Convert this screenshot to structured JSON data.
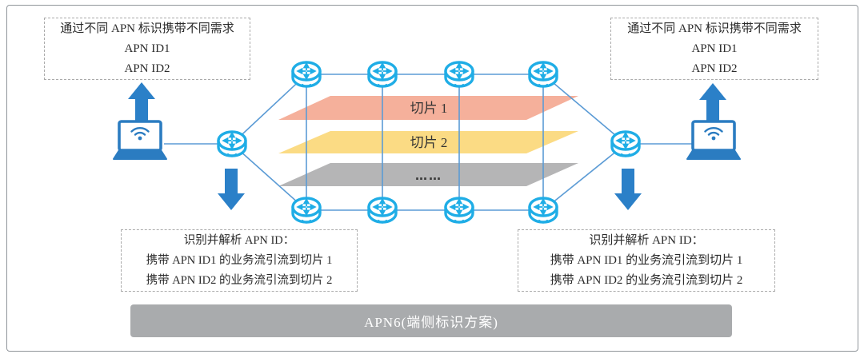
{
  "boxes": {
    "top_left": {
      "lines": [
        "通过不同 APN 标识携带不同需求",
        "APN ID1",
        "APN ID2"
      ]
    },
    "top_right": {
      "lines": [
        "通过不同 APN 标识携带不同需求",
        "APN ID1",
        "APN ID2"
      ]
    },
    "bottom_left": {
      "lines": [
        "识别并解析 APN ID：",
        "携带 APN ID1 的业务流引流到切片 1",
        "携带 APN ID2 的业务流引流到切片 2"
      ]
    },
    "bottom_right": {
      "lines": [
        "识别并解析 APN ID：",
        "携带 APN ID1 的业务流引流到切片 1",
        "携带 APN ID2 的业务流引流到切片 2"
      ]
    }
  },
  "slices": [
    {
      "label": "切片 1",
      "color": "#F5B09B"
    },
    {
      "label": "切片 2",
      "color": "#FBDB84"
    },
    {
      "label": "……",
      "color": "#B5B5B6"
    }
  ],
  "bottom_bar": {
    "label": "APN6(端侧标识方案)",
    "bg": "#A9ABAD"
  },
  "icons": {
    "router": "router-icon",
    "laptop": "laptop-wifi-icon",
    "arrow_up": "flow-arrow-up-icon",
    "arrow_down": "flow-arrow-down-icon"
  },
  "colors": {
    "router_cyan": "#1FADE6",
    "device_blue": "#2B7CC1",
    "arrow_blue": "#2B80C8",
    "link_blue": "#5B9BD5",
    "bar_gray": "#A9ABAD",
    "frame_gray": "#90959A"
  }
}
